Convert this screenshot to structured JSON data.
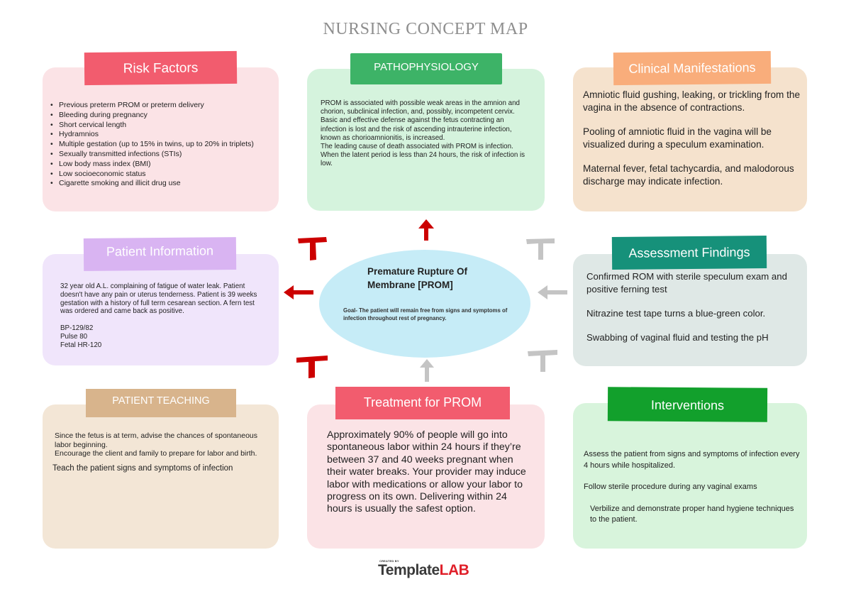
{
  "title": "NURSING CONCEPT MAP",
  "colors": {
    "risk_header": "#f25c6e",
    "risk_card": "#fbe3e6",
    "patho_header": "#3db367",
    "patho_card": "#d5f3dd",
    "clinical_header": "#f9ad7b",
    "clinical_card": "#f5e2cd",
    "patient_info_header": "#d9b4f2",
    "patient_info_card": "#f0e5fb",
    "assessment_header": "#16917a",
    "assessment_card": "#dfe8e6",
    "teaching_header": "#d8b48c",
    "teaching_card": "#f3e6d6",
    "treatment_header": "#f25c6e",
    "treatment_card": "#fbe3e6",
    "interventions_header": "#12a02c",
    "interventions_card": "#d8f4dc",
    "center": "#c6ecf7",
    "arrow_red": "#cc0000",
    "arrow_gray": "#c4c4c4"
  },
  "risk_factors": {
    "header": "Risk Factors",
    "items": [
      "Previous preterm PROM or preterm delivery",
      "Bleeding during pregnancy",
      "Short cervical length",
      "Hydramnios",
      "Multiple gestation (up to 15% in twins, up to 20% in triplets)",
      "Sexually transmitted infections (STIs)",
      "Low body mass index (BMI)",
      "Low socioeconomic status",
      "Cigarette smoking and illicit drug use"
    ]
  },
  "pathophysiology": {
    "header": "PATHOPHYSIOLOGY",
    "paragraphs": [
      "PROM is associated with possible weak areas in the amnion and chorion, subclinical infection, and, possibly, incompetent cervix.",
      "Basic and effective defense against the fetus contracting an infection is lost and the risk of ascending intrauterine infection, known as chorioamnionitis, is increased.",
      "The leading cause of death associated with PROM is infection.",
      "When the latent period is less than 24 hours, the risk of infection is low."
    ]
  },
  "clinical_manifestations": {
    "header": "Clinical Manifestations",
    "paragraphs": [
      "Amniotic fluid gushing, leaking, or trickling from the vagina in the absence of contractions.",
      "Pooling of amniotic fluid in the vagina will be visualized during a speculum examination.",
      "Maternal fever, fetal tachycardia, and malodorous discharge may indicate infection."
    ]
  },
  "patient_information": {
    "header": "Patient Information",
    "summary": "32 year old A.L. complaining of fatigue of water leak. Patient doesn't have any pain or uterus tenderness. Patient is 39 weeks gestation with a history of full term cesarean section. A fern test was ordered and came back as positive.",
    "vitals": [
      "BP-129/82",
      "Pulse 80",
      "Fetal HR-120"
    ]
  },
  "center": {
    "title": "Premature Rupture Of Membrane [PROM]",
    "goal": "Goal- The patient will remain free from signs and symptoms of infection throughout rest of pregnancy."
  },
  "assessment_findings": {
    "header": "Assessment Findings",
    "paragraphs": [
      "Confirmed ROM with sterile speculum exam and positive ferning test",
      "Nitrazine test tape turns a blue-green color.",
      "Swabbing of vaginal fluid and testing the pH"
    ]
  },
  "patient_teaching": {
    "header": "PATIENT TEACHING",
    "paragraphs": [
      "Since the fetus is at term, advise the chances of spontaneous labor beginning.",
      "Encourage the client and family to prepare for labor and birth.",
      "Teach the patient signs and symptoms of infection"
    ]
  },
  "treatment": {
    "header": "Treatment for PROM",
    "text": "Approximately 90% of people will go into spontaneous labor within 24 hours if they’re between 37 and 40 weeks pregnant when their water breaks. Your provider may induce labor with medications or allow your labor to progress on its own. Delivering within 24 hours is usually the safest option."
  },
  "interventions": {
    "header": "Interventions",
    "paragraphs": [
      "Assess the patient from signs and symptoms of infection every 4 hours while hospitalized.",
      "Follow  sterile procedure during any vaginal exams",
      "Verbilize and demonstrate proper hand hygiene techniques to the patient."
    ]
  },
  "logo": {
    "small": "CREATED BY",
    "part1": "Template",
    "part2": "LAB"
  }
}
